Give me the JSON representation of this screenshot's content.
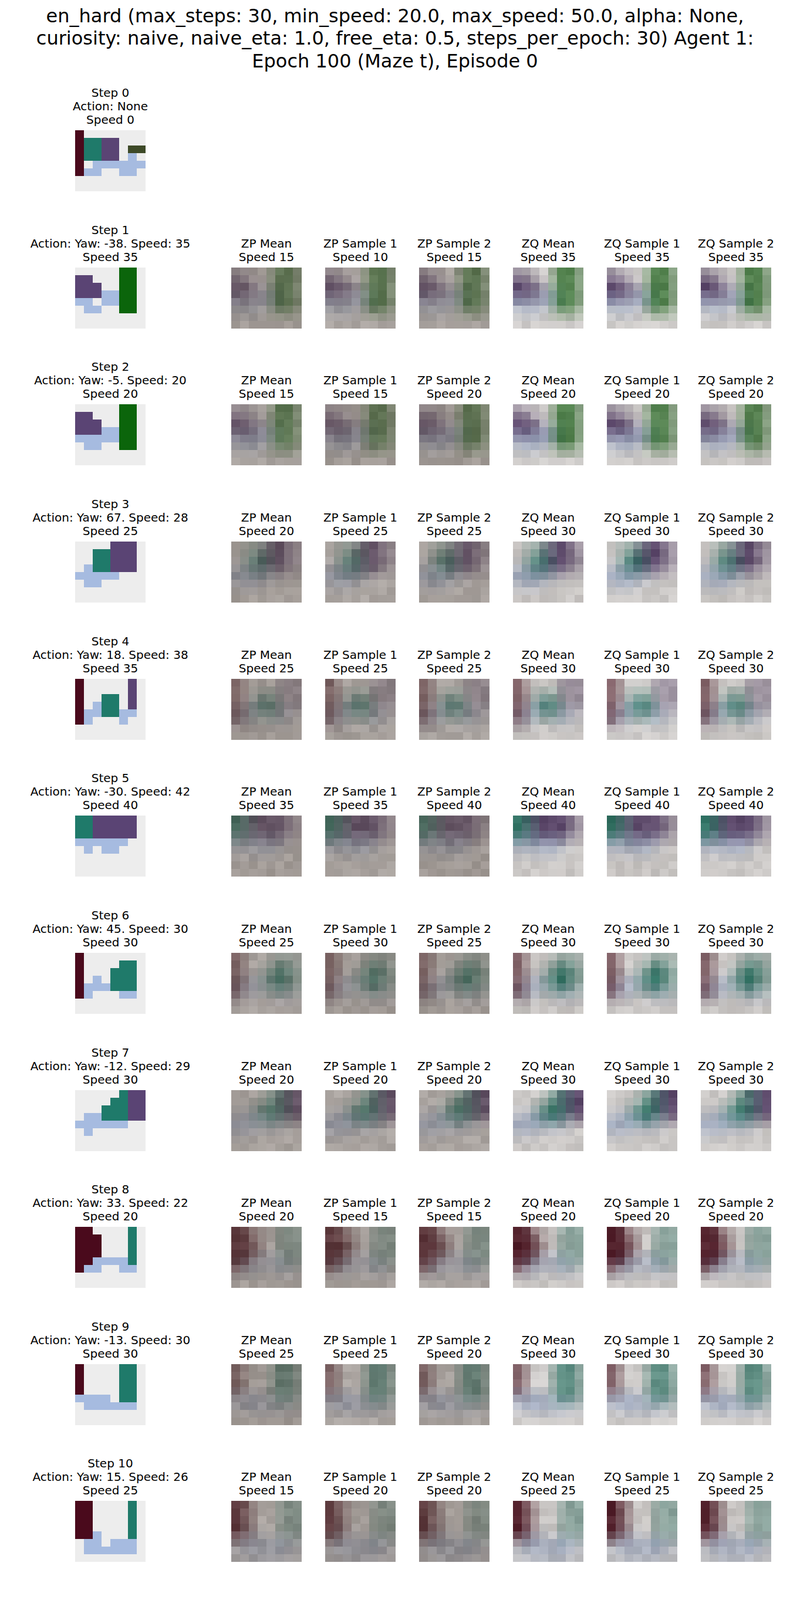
{
  "diagram": {
    "title": "en_hard (max_steps: 30, min_speed: 20.0, max_speed: 50.0, alpha: None, curiosity: naive, naive_eta: 1.0, free_eta: 0.5, steps_per_epoch: 30) Agent 1: Epoch 100 (Maze t), Episode 0",
    "nodes": [
      {
        "text": [
          "Step 0",
          "Action: None",
          "Speed 0"
        ]
      },
      {
        "text": [
          "Step 1",
          "Action: Yaw: -38. Speed: 35",
          "Speed 35"
        ]
      },
      {
        "text": [
          "ZP Mean",
          "Speed 15"
        ]
      },
      {
        "text": [
          "ZP Sample 1",
          "Speed 10"
        ]
      },
      {
        "text": [
          "ZP Sample 2",
          "Speed 15"
        ]
      },
      {
        "text": [
          "ZQ Mean",
          "Speed 35"
        ]
      },
      {
        "text": [
          "ZQ Sample 1",
          "Speed 35"
        ]
      },
      {
        "text": [
          "ZQ Sample 2",
          "Speed 35"
        ]
      },
      {
        "text": [
          "Step 2",
          "Action: Yaw: -5. Speed: 20",
          "Speed 20"
        ]
      },
      {
        "text": [
          "ZP Mean",
          "Speed 15"
        ]
      },
      {
        "text": [
          "ZP Sample 1",
          "Speed 15"
        ]
      },
      {
        "text": [
          "ZP Sample 2",
          "Speed 20"
        ]
      },
      {
        "text": [
          "ZQ Mean",
          "Speed 20"
        ]
      },
      {
        "text": [
          "ZQ Sample 1",
          "Speed 20"
        ]
      },
      {
        "text": [
          "ZQ Sample 2",
          "Speed 20"
        ]
      },
      {
        "text": [
          "Step 3",
          "Action: Yaw: 67. Speed: 28",
          "Speed 25"
        ]
      },
      {
        "text": [
          "ZP Mean",
          "Speed 20"
        ]
      },
      {
        "text": [
          "ZP Sample 1",
          "Speed 25"
        ]
      },
      {
        "text": [
          "ZP Sample 2",
          "Speed 25"
        ]
      },
      {
        "text": [
          "ZQ Mean",
          "Speed 30"
        ]
      },
      {
        "text": [
          "ZQ Sample 1",
          "Speed 30"
        ]
      },
      {
        "text": [
          "ZQ Sample 2",
          "Speed 30"
        ]
      },
      {
        "text": [
          "Step 4",
          "Action: Yaw: 18. Speed: 38",
          "Speed 35"
        ]
      },
      {
        "text": [
          "ZP Mean",
          "Speed 25"
        ]
      },
      {
        "text": [
          "ZP Sample 1",
          "Speed 25"
        ]
      },
      {
        "text": [
          "ZP Sample 2",
          "Speed 25"
        ]
      },
      {
        "text": [
          "ZQ Mean",
          "Speed 30"
        ]
      },
      {
        "text": [
          "ZQ Sample 1",
          "Speed 30"
        ]
      },
      {
        "text": [
          "ZQ Sample 2",
          "Speed 30"
        ]
      },
      {
        "text": [
          "Step 5",
          "Action: Yaw: -30. Speed: 42",
          "Speed 40"
        ]
      },
      {
        "text": [
          "ZP Mean",
          "Speed 35"
        ]
      },
      {
        "text": [
          "ZP Sample 1",
          "Speed 35"
        ]
      },
      {
        "text": [
          "ZP Sample 2",
          "Speed 40"
        ]
      },
      {
        "text": [
          "ZQ Mean",
          "Speed 40"
        ]
      },
      {
        "text": [
          "ZQ Sample 1",
          "Speed 40"
        ]
      },
      {
        "text": [
          "ZQ Sample 2",
          "Speed 40"
        ]
      },
      {
        "text": [
          "Step 6",
          "Action: Yaw: 45. Speed: 30",
          "Speed 30"
        ]
      },
      {
        "text": [
          "ZP Mean",
          "Speed 25"
        ]
      },
      {
        "text": [
          "ZP Sample 1",
          "Speed 30"
        ]
      },
      {
        "text": [
          "ZP Sample 2",
          "Speed 25"
        ]
      },
      {
        "text": [
          "ZQ Mean",
          "Speed 30"
        ]
      },
      {
        "text": [
          "ZQ Sample 1",
          "Speed 30"
        ]
      },
      {
        "text": [
          "ZQ Sample 2",
          "Speed 30"
        ]
      },
      {
        "text": [
          "Step 7",
          "Action: Yaw: -12. Speed: 29",
          "Speed 30"
        ]
      },
      {
        "text": [
          "ZP Mean",
          "Speed 20"
        ]
      },
      {
        "text": [
          "ZP Sample 1",
          "Speed 20"
        ]
      },
      {
        "text": [
          "ZP Sample 2",
          "Speed 20"
        ]
      },
      {
        "text": [
          "ZQ Mean",
          "Speed 30"
        ]
      },
      {
        "text": [
          "ZQ Sample 1",
          "Speed 30"
        ]
      },
      {
        "text": [
          "ZQ Sample 2",
          "Speed 30"
        ]
      },
      {
        "text": [
          "Step 8",
          "Action: Yaw: 33. Speed: 22",
          "Speed 20"
        ]
      },
      {
        "text": [
          "ZP Mean",
          "Speed 20"
        ]
      },
      {
        "text": [
          "ZP Sample 1",
          "Speed 15"
        ]
      },
      {
        "text": [
          "ZP Sample 2",
          "Speed 15"
        ]
      },
      {
        "text": [
          "ZQ Mean",
          "Speed 20"
        ]
      },
      {
        "text": [
          "ZQ Sample 1",
          "Speed 20"
        ]
      },
      {
        "text": [
          "ZQ Sample 2",
          "Speed 20"
        ]
      },
      {
        "text": [
          "Step 9",
          "Action: Yaw: -13. Speed: 30",
          "Speed 30"
        ]
      },
      {
        "text": [
          "ZP Mean",
          "Speed 25"
        ]
      },
      {
        "text": [
          "ZP Sample 1",
          "Speed 25"
        ]
      },
      {
        "text": [
          "ZP Sample 2",
          "Speed 20"
        ]
      },
      {
        "text": [
          "ZQ Mean",
          "Speed 30"
        ]
      },
      {
        "text": [
          "ZQ Sample 1",
          "Speed 30"
        ]
      },
      {
        "text": [
          "ZQ Sample 2",
          "Speed 30"
        ]
      },
      {
        "text": [
          "Step 10",
          "Action: Yaw: 15. Speed: 26",
          "Speed 25"
        ]
      },
      {
        "text": [
          "ZP Mean",
          "Speed 15"
        ]
      },
      {
        "text": [
          "ZP Sample 1",
          "Speed 20"
        ]
      },
      {
        "text": [
          "ZP Sample 2",
          "Speed 20"
        ]
      },
      {
        "text": [
          "ZQ Mean",
          "Speed 25"
        ]
      },
      {
        "text": [
          "ZQ Sample 1",
          "Speed 25"
        ]
      },
      {
        "text": [
          "ZQ Sample 2",
          "Speed 25"
        ]
      }
    ]
  }
}
